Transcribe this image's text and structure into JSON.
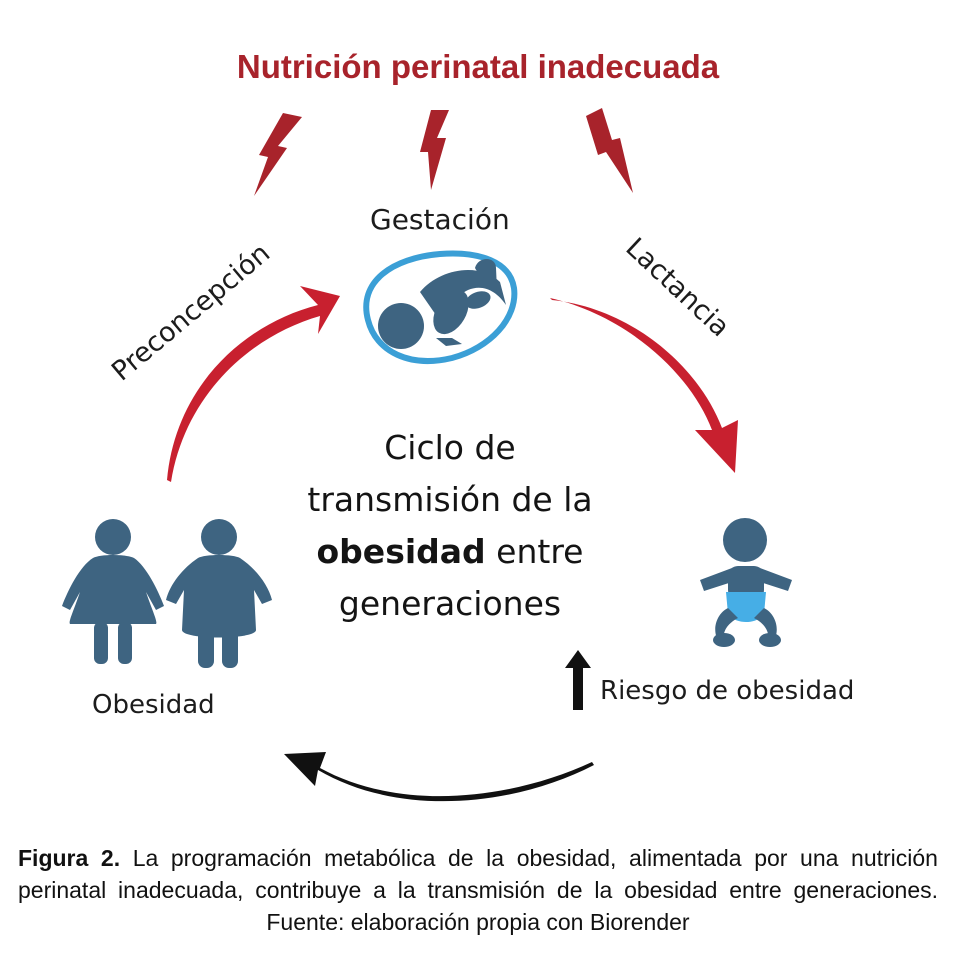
{
  "diagram": {
    "title": "Nutrición perinatal inadecuada",
    "stages": {
      "preconception": "Preconcepción",
      "gestation": "Gestación",
      "lactation": "Lactancia"
    },
    "center": {
      "line1": "Ciclo de",
      "line2": "transmisión de la",
      "bold": "obesidad",
      "line3_rest": " entre",
      "line4": "generaciones"
    },
    "obesity_label": "Obesidad",
    "risk_label": "Riesgo de obesidad",
    "icons": [
      "lightning-bolt-icon",
      "fetus-womb-icon",
      "baby-icon",
      "woman-icon",
      "man-icon",
      "up-arrow-icon"
    ],
    "colors": {
      "title": "#a8232b",
      "bolt": "#a8232b",
      "arrow_red": "#c8202f",
      "arrow_black": "#111111",
      "figures": "#3e6481",
      "womb_outline": "#3b9fd6",
      "diaper": "#46aee6"
    }
  },
  "caption": {
    "label": "Figura 2.",
    "text": " La programación metabólica de la obesidad, alimentada por una nutrición perinatal inadecuada, contribuye a la transmisión de la obesidad entre generaciones. Fuente: elaboración propia con Biorender"
  }
}
